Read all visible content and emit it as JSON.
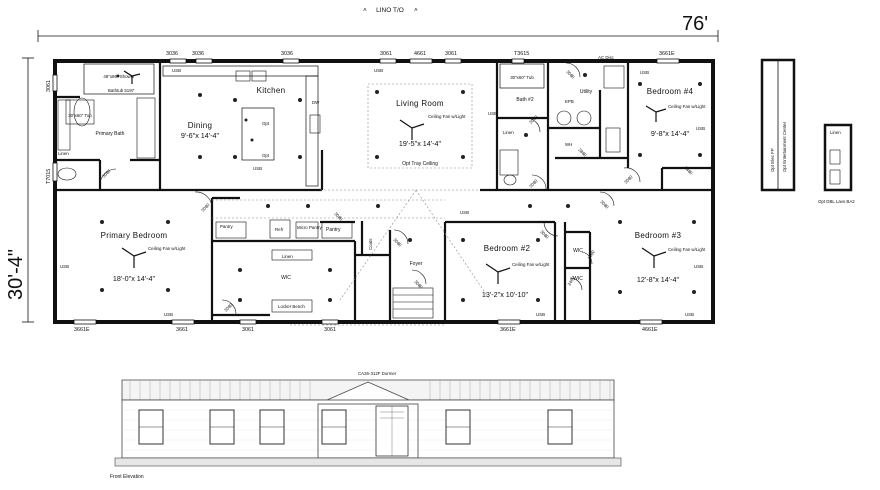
{
  "header": {
    "lino": "LINO T/O",
    "width_dim": "76'",
    "depth_dim": "30'-4\""
  },
  "rooms": {
    "kitchen": "Kitchen",
    "dining": "Dining",
    "dining_dim": "9'-6\"x 14'-4\"",
    "living": "Living Room",
    "living_dim": "19'-5\"x 14'-4\"",
    "tray": "Opt Tray Ceiling",
    "primary_bath": "Primary Bath",
    "bath2": "Bath #2",
    "utility": "Utility",
    "bed4": "Bedroom #4",
    "bed4_dim": "9'-8\"x 14'-4\"",
    "primary_bed": "Primary Bedroom",
    "primary_bed_dim": "18'-0\"x 14'-4\"",
    "wic": "WIC",
    "foyer": "Foyer",
    "bed2": "Bedroom #2",
    "bed2_dim": "13'-2\"x 10'-10\"",
    "bed3": "Bedroom #3",
    "bed3_dim": "12'-8\"x 14'-4\"",
    "wic2": "WIC",
    "wic3": "WIC"
  },
  "labels": {
    "usb": "USB",
    "ceiling_fan": "Ceiling Fan w/Light",
    "pantry": "Pantry",
    "micro_pantry": "Micro Pantry",
    "refr": "Refr",
    "linen": "Linen",
    "coats": "Coats",
    "locker_bench": "Locker Bench",
    "shower": "48\"x96\" Shower",
    "bathtub": "Bathtub 5197",
    "tub_pb": "30\"x60\" Tub",
    "tub_b2": "30\"x60\" Tub",
    "ac_disc": "AC Disc",
    "epb": "EPB",
    "wh": "WH",
    "dw": "DW",
    "opt": "Opt",
    "opt_elec_fp": "Opt Elec FP",
    "opt_ent_center": "Opt Entertainment Center",
    "opt_dbl_lavs": "Opt DBL Lavs BA2",
    "linen_side": "Linen",
    "elevation_label": "Front Elevation",
    "elevation_caption": "CA26-312F Dormer"
  },
  "windows": {
    "w3036a": "3036",
    "w3036b": "3036",
    "w3036c": "3036",
    "w3061a": "3061",
    "w4661": "4661",
    "w3061b": "3061",
    "t3615": "T3615",
    "w3661e_top": "3661E",
    "w3061_left": "3061",
    "t7015": "T7015",
    "b3661e_a": "3661E",
    "b3661": "3661",
    "b3061a": "3061",
    "b3061b": "3061",
    "b3661e_b": "3661E",
    "b4661e": "4661E"
  },
  "doors": {
    "d3080": "3080",
    "d2480": "2480",
    "d2880": "2880"
  },
  "colors": {
    "wall": "#111111",
    "roof_line": "#555555",
    "dash": "#888888"
  }
}
